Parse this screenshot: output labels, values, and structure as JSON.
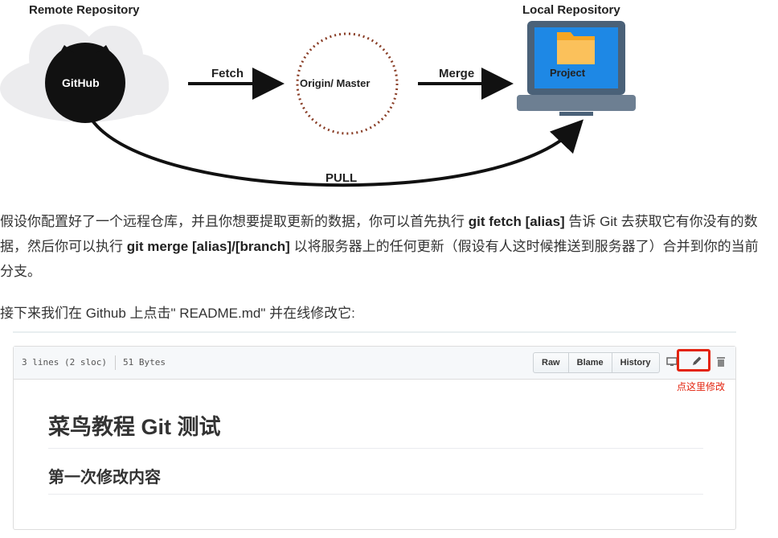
{
  "diagram": {
    "remote_title": "Remote Repository",
    "local_title": "Local Repository",
    "github_label": "GitHub",
    "fetch_label": "Fetch",
    "origin_label": "Origin/ Master",
    "merge_label": "Merge",
    "project_label": "Project",
    "pull_label": "PULL"
  },
  "article": {
    "p1_part1": "假设你配置好了一个远程仓库，并且你想要提取更新的数据，你可以首先执行 ",
    "p1_code1": "git fetch [alias]",
    "p1_part2": " 告诉 Git 去获取它有你没有的数据，然后你可以执行 ",
    "p1_code2": "git merge [alias]/[branch]",
    "p1_part3": " 以将服务器上的任何更新（假设有人这时候推送到服务器了）合并到你的当前分支。",
    "p2": "接下来我们在 Github 上点击\" README.md\" 并在线修改它:"
  },
  "file_panel": {
    "lines_info": "3 lines (2 sloc)",
    "size_info": "51 Bytes",
    "buttons": {
      "raw": "Raw",
      "blame": "Blame",
      "history": "History"
    },
    "edit_hint": "点这里修改",
    "md_h1": "菜鸟教程 Git 测试",
    "md_h2": "第一次修改内容",
    "icons": [
      "desktop-icon",
      "pencil-icon",
      "trash-icon"
    ],
    "highlight_color": "#e3230e"
  }
}
